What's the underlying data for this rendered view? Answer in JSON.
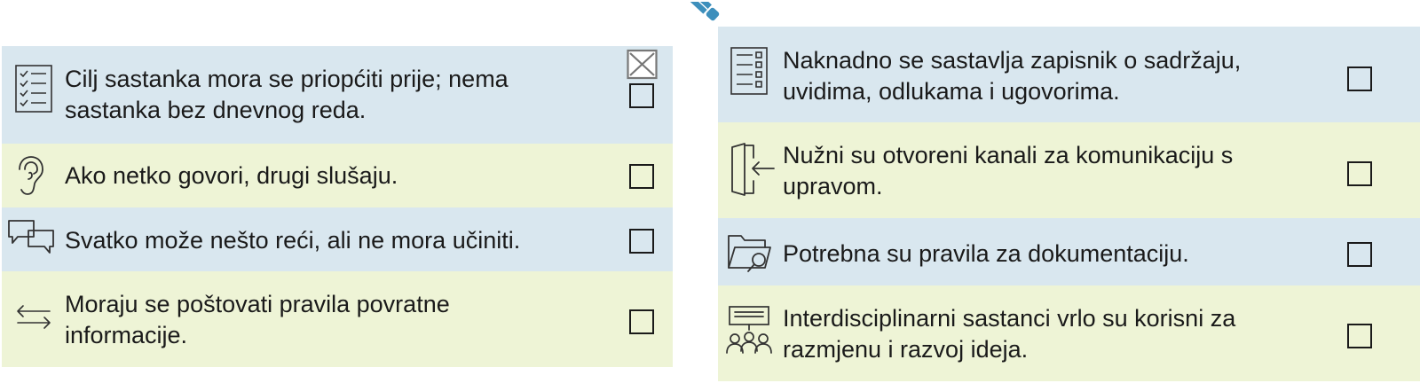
{
  "colors": {
    "blue_row": "#d9e7ef",
    "green_row": "#eef4d6",
    "pencil": "#3d8fbc",
    "text": "#1a1a1a"
  },
  "left_items": [
    {
      "icon": "checklist-icon",
      "text": "Cilj sastanka mora se priopćiti prije; nema\nsastanka bez dnevnog reda.",
      "checked": false
    },
    {
      "icon": "ear-icon",
      "text": "Ako netko govori, drugi slušaju.",
      "checked": false
    },
    {
      "icon": "speech-bubbles-icon",
      "text": "Svatko može nešto reći, ali ne mora učiniti.",
      "checked": false
    },
    {
      "icon": "bidirectional-arrows-icon",
      "text": "Moraju se poštovati pravila povratne\ninformacije.",
      "checked": false
    }
  ],
  "right_items": [
    {
      "icon": "document-list-icon",
      "text": "Naknadno se sastavlja zapisnik o sadržaju,\nuvidima, odlukama i ugovorima.",
      "checked": false
    },
    {
      "icon": "door-enter-icon",
      "text": "Nužni su otvoreni kanali za komunikaciju s\nupravom.",
      "checked": false
    },
    {
      "icon": "folder-search-icon",
      "text": "Potrebna su pravila za dokumentaciju.",
      "checked": false
    },
    {
      "icon": "presentation-group-icon",
      "text": "Interdisciplinarni sastanci vrlo su korisni za\nrazmjenu i razvoj ideja.",
      "checked": false
    }
  ],
  "example_mark": {
    "icon": "pencil-icon",
    "checked": true
  }
}
